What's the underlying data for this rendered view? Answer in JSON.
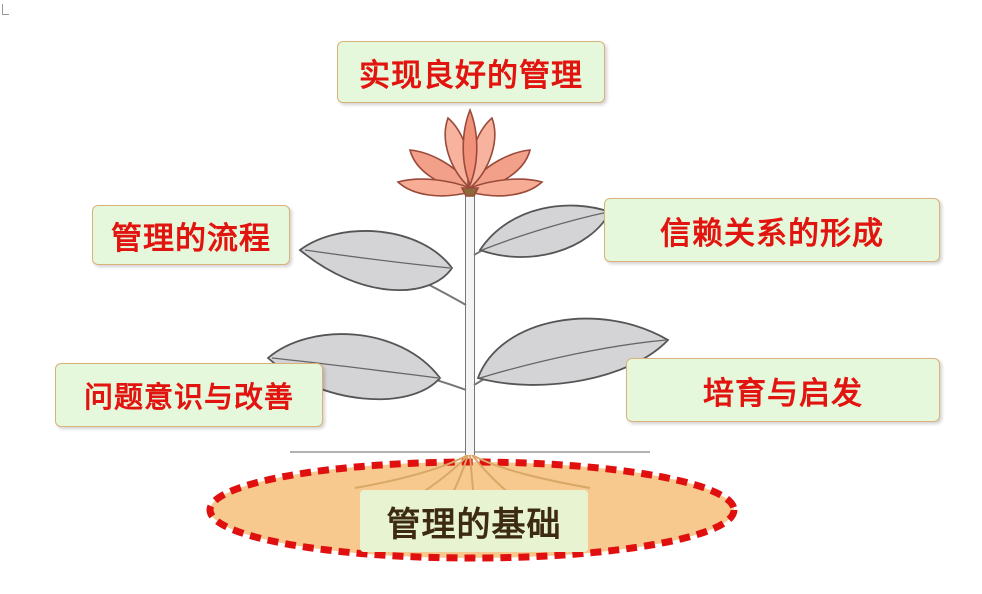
{
  "diagram": {
    "top_goal": "实现良好的管理",
    "left_upper": "管理的流程",
    "left_lower": "问题意识与改善",
    "right_upper": "信赖关系的形成",
    "right_lower": "培育与启发",
    "base": "管理的基础"
  },
  "colors": {
    "label_text": "#e2140f",
    "label_fill": "#e6f8dc",
    "label_border": "#d8b27a",
    "ellipse_fill": "#f7c98e",
    "ellipse_dash": "#e01010",
    "base_text": "#3d2a12",
    "leaf_fill": "#d4d4d6",
    "flower_fill": "#f3a08a"
  }
}
